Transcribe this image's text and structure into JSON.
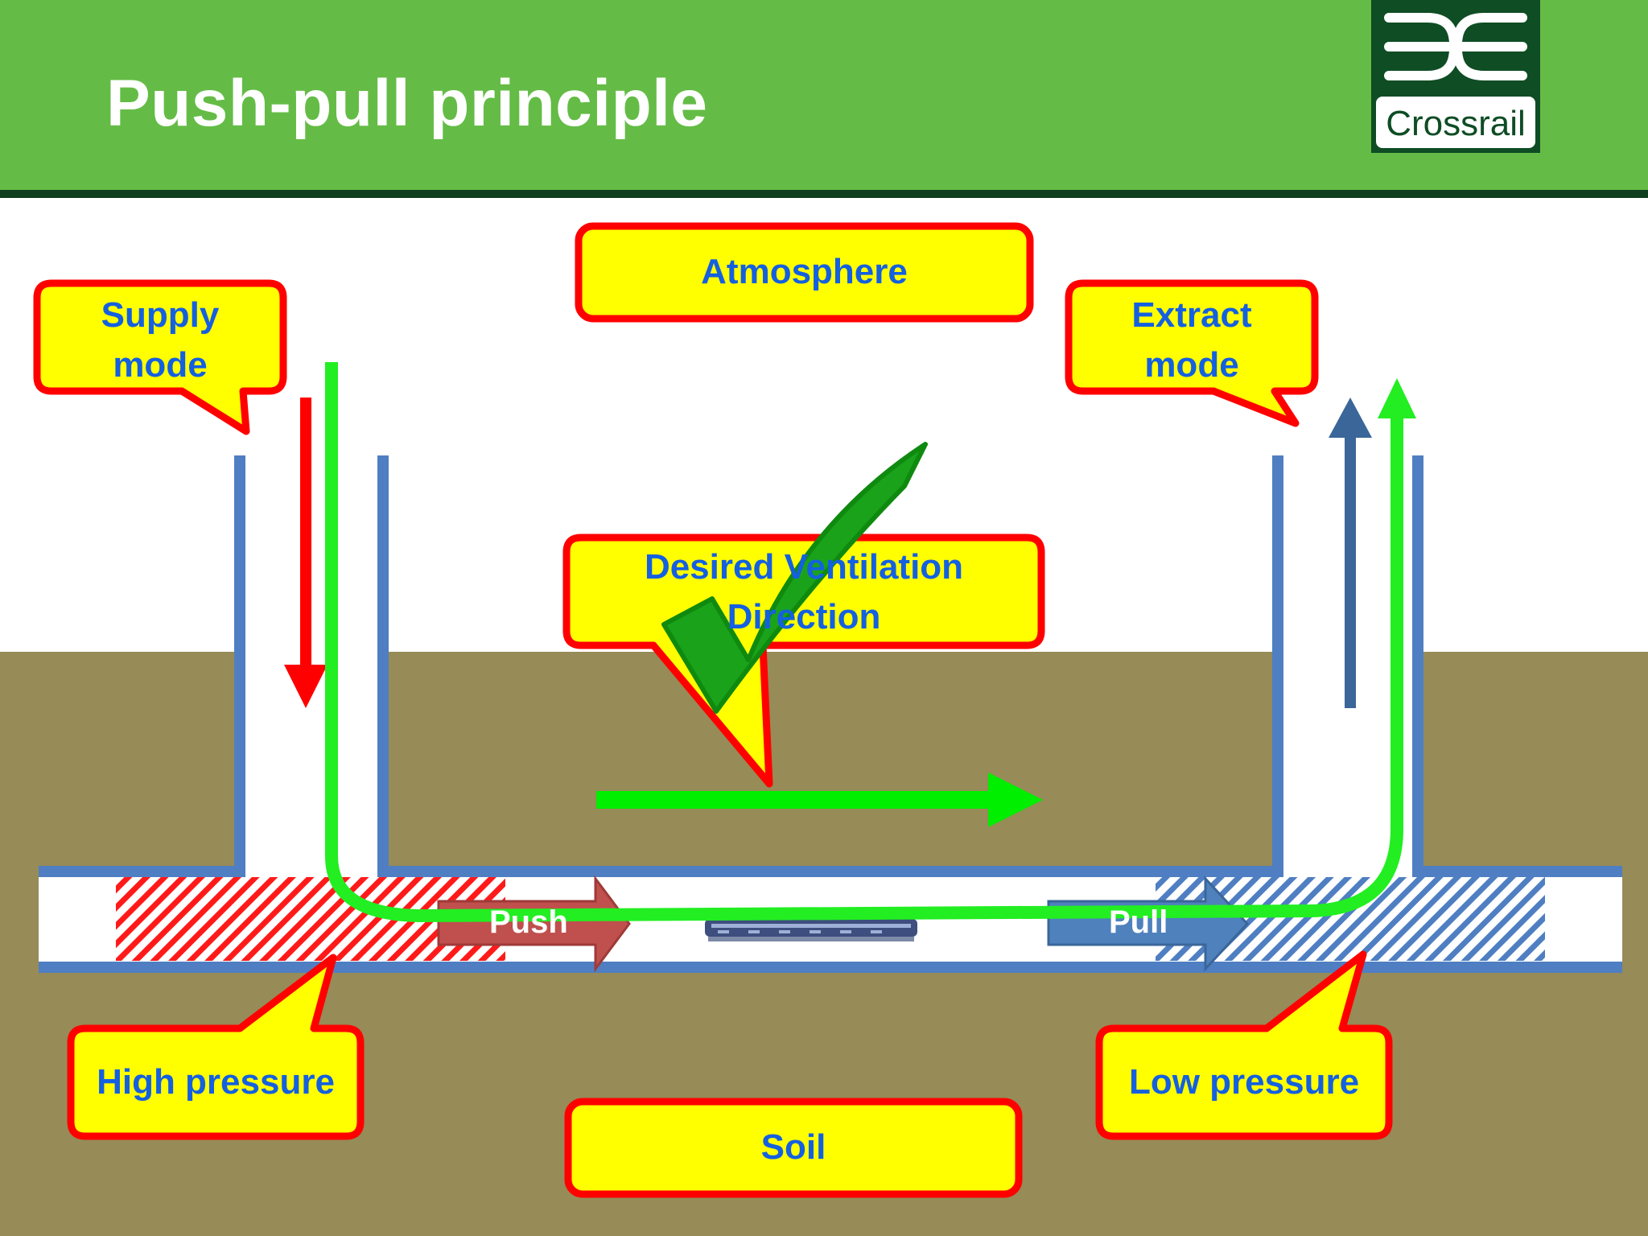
{
  "slide": {
    "title": "Push-pull principle",
    "logo_text": "Crossrail"
  },
  "labels": {
    "atmosphere": "Atmosphere",
    "supply_mode": [
      "Supply",
      "mode"
    ],
    "extract_mode": [
      "Extract",
      "mode"
    ],
    "desired_direction": [
      "Desired Ventilation",
      "Direction"
    ],
    "high_pressure": "High pressure",
    "low_pressure": "Low pressure",
    "soil": "Soil",
    "push": "Push",
    "pull": "Pull"
  },
  "colors": {
    "header_green": "#64bc46",
    "header_rule": "#0f3d1f",
    "soil": "#978b57",
    "shaft_blue": "#4f7fc2",
    "callout_fill": "#ffff00",
    "callout_border": "#ff0000",
    "callout_text": "#1460e0",
    "airflow_green": "#22ee22",
    "tick_green": "#1aa31a",
    "supply_arrow": "#ff0000",
    "extract_arrow": "#3a6699",
    "push_arrow": "#c0504d",
    "pull_arrow": "#4f81bd"
  }
}
